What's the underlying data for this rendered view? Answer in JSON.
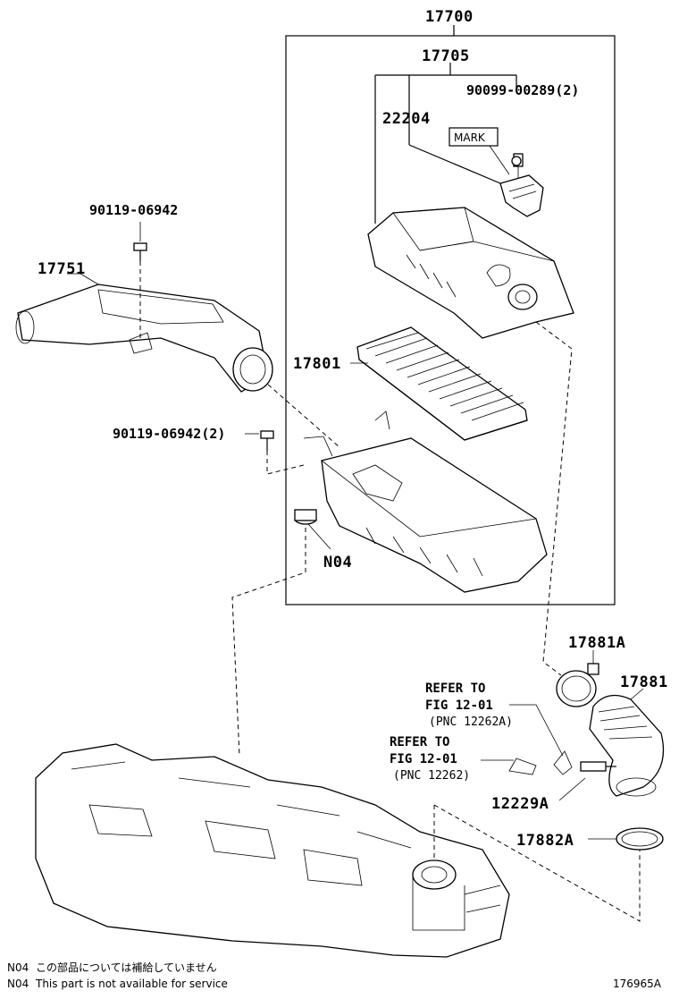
{
  "labels": {
    "assembly": "17700",
    "cap_sub": "17705",
    "screw": "90099-00289(2)",
    "sensor": "22204",
    "mark": "MARK",
    "bolt_top": "90119-06942",
    "inlet": "17751",
    "element": "17801",
    "bolt_left": "90119-06942(2)",
    "grommet": "N04",
    "clamp_a": "17881A",
    "hose": "17881",
    "clamp_b": "17882A",
    "sensor_12229a": "12229A"
  },
  "refs": {
    "ref1_line1": "REFER TO",
    "ref1_line2": "FIG 12-01",
    "ref1_line3": "(PNC 12262A)",
    "ref2_line1": "REFER TO",
    "ref2_line2": "FIG 12-01",
    "ref2_line3": "(PNC 12262)"
  },
  "notes": {
    "n04_code_jp": "N04",
    "n04_jp": "この部品については補給していません",
    "n04_code_en": "N04",
    "n04_en": "This part is not available for service",
    "figure_id": "176965A"
  }
}
